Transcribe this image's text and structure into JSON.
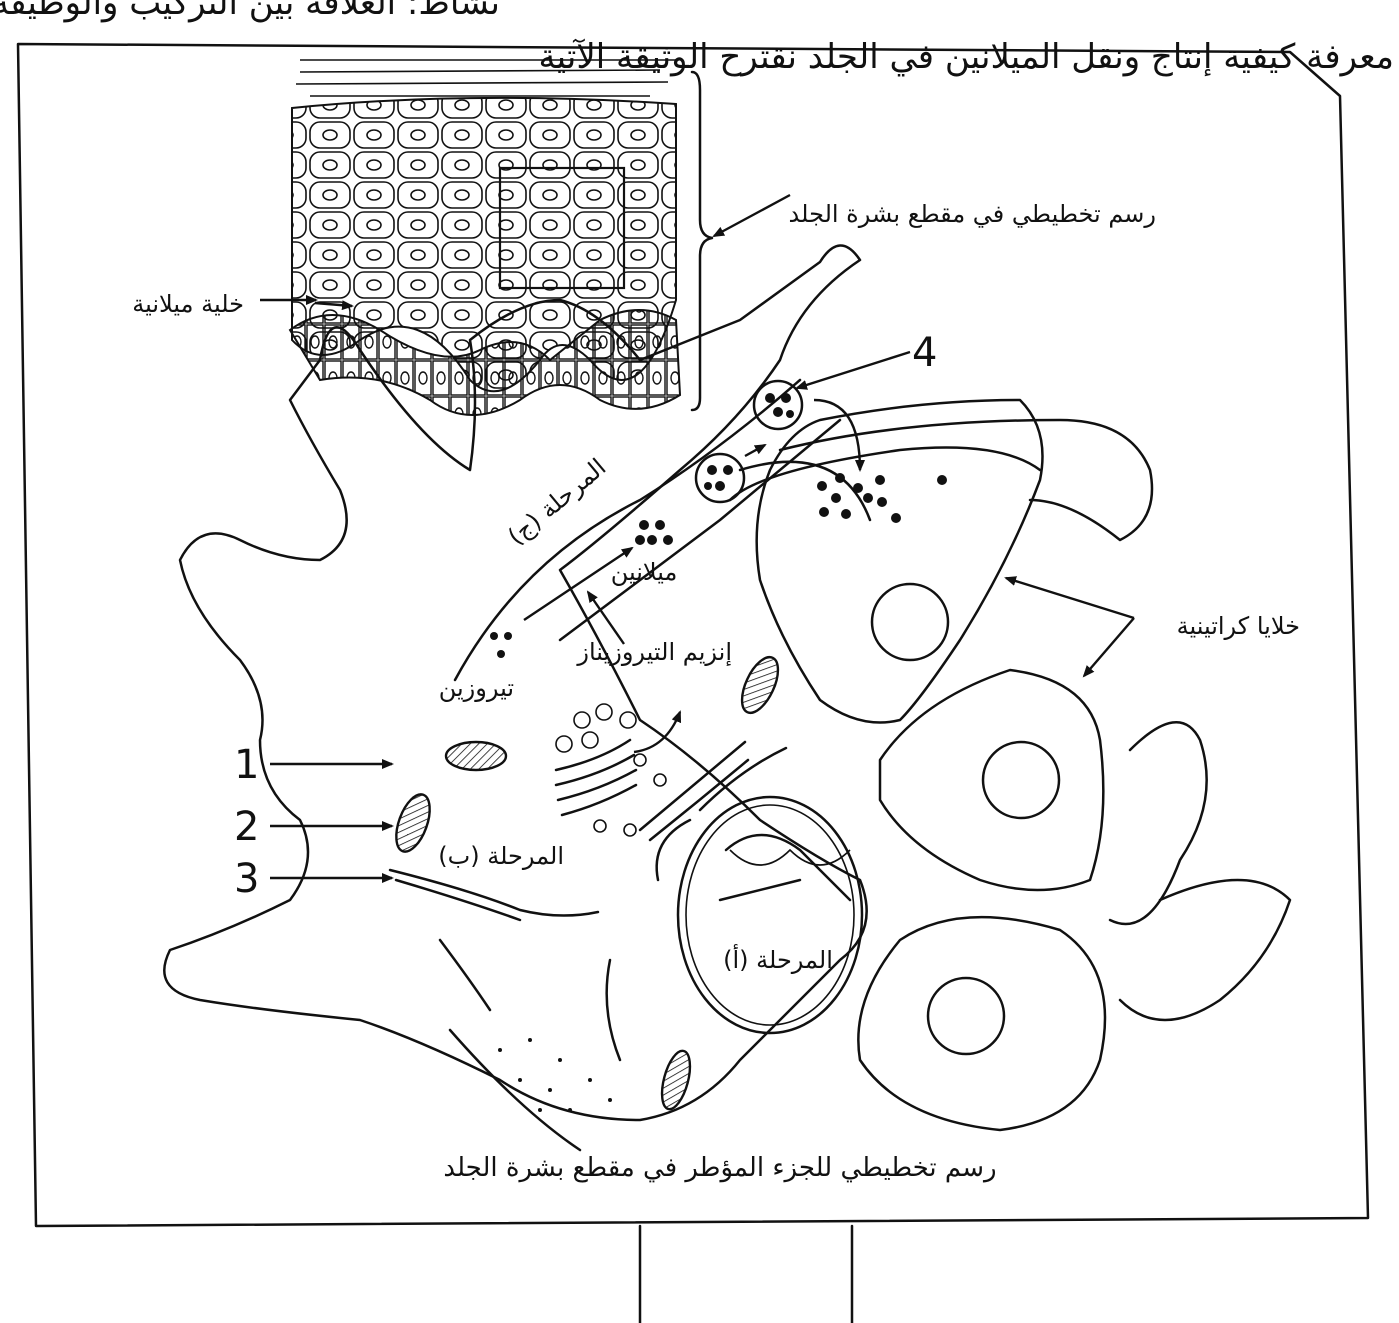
{
  "header": {
    "line1": "نشاط: العلاقة بين التركيب والوظيفة الخلية",
    "line2": "معرفة كيفية إنتاج ونقل الميلانين في الجلد نقترح الوثيقة الآتية"
  },
  "labels": {
    "skin_section": "رسم تخطيطي في مقطع بشرة الجلد",
    "melanocyte": "خلية ميلانية",
    "stage_c": "المرحلة (ج)",
    "stage_b": "المرحلة (ب)",
    "stage_a": "المرحلة (أ)",
    "melanin": "ميلانين",
    "tyrosinase": "إنزيم التيروزيناز",
    "tyrosine": "تيروزين",
    "keratinocytes": "خلايا كراتينية"
  },
  "numbers": [
    "1",
    "2",
    "3",
    "4"
  ],
  "caption": "رسم تخطيطي للجزء المؤطر في مقطع بشرة الجلد",
  "colors": {
    "ink": "#111111",
    "paper": "#ffffff"
  }
}
